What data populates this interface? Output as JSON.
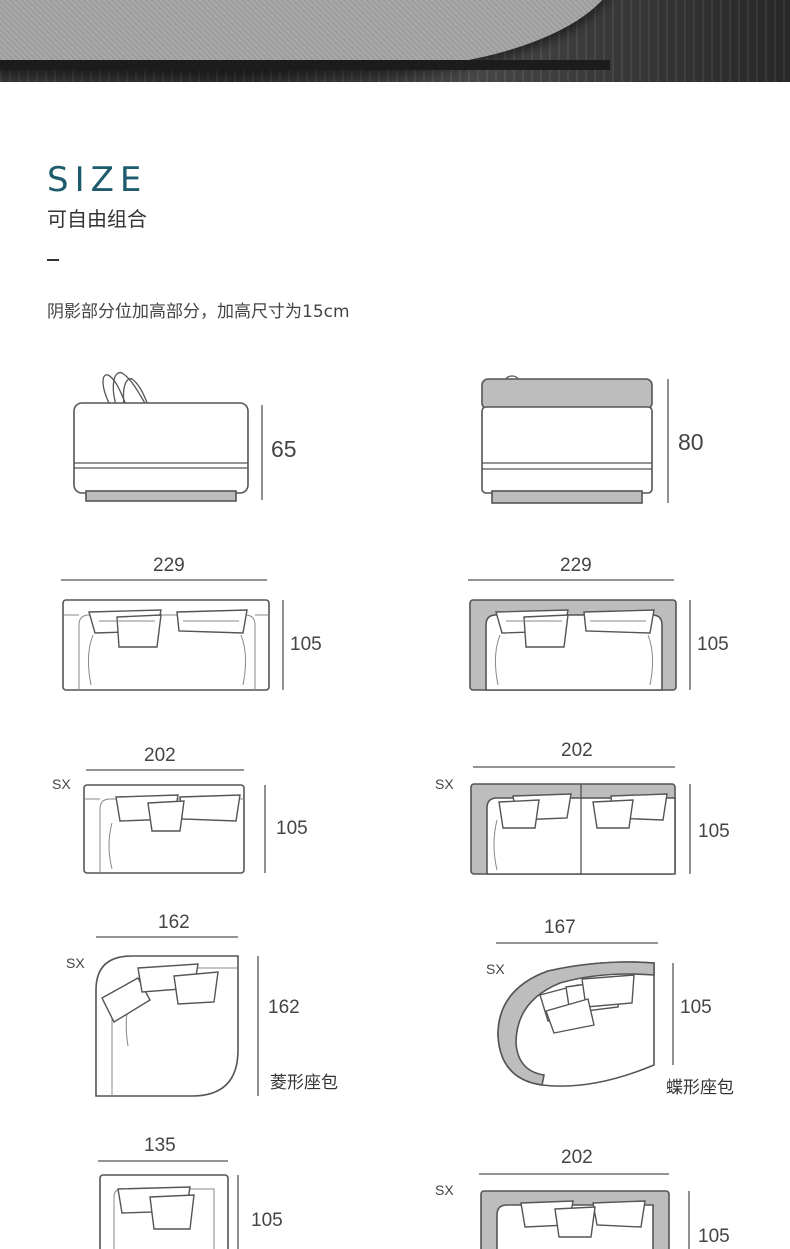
{
  "header": {
    "title": "SIZE",
    "subtitle": "可自由组合",
    "note": "阴影部分位加高部分，加高尺寸为15cm"
  },
  "side_views": [
    {
      "height": "65"
    },
    {
      "height": "80"
    }
  ],
  "modules": [
    {
      "width": "229",
      "depth": "105"
    },
    {
      "width": "229",
      "depth": "105"
    },
    {
      "width": "202",
      "depth": "105",
      "side": "SX"
    },
    {
      "width": "202",
      "depth": "105",
      "side": "SX"
    },
    {
      "width": "162",
      "depth": "162",
      "side": "SX",
      "caption": "菱形座包"
    },
    {
      "width": "167",
      "depth": "105",
      "side": "SX",
      "caption": "蝶形座包"
    },
    {
      "width": "135",
      "depth": "105"
    },
    {
      "width": "202",
      "depth": "105",
      "side": "SX"
    }
  ],
  "colors": {
    "title": "#1e5c6d",
    "shade": "#bdbdbd",
    "line": "#555555"
  }
}
